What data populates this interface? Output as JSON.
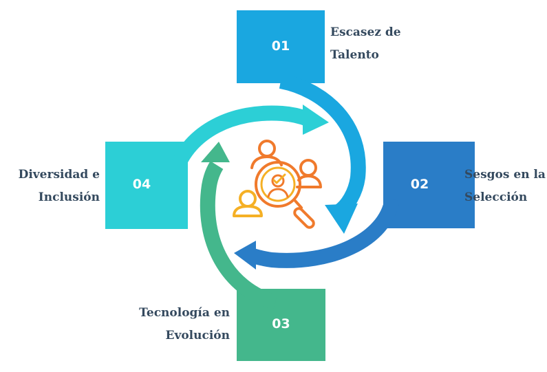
{
  "colors": {
    "step1": "#1aa7e0",
    "step2": "#2a7dc7",
    "step3": "#44b78c",
    "step4": "#2ccfd6",
    "icon": "#f07a2c",
    "icon_accent": "#f5b025",
    "text": "#34495e"
  },
  "center_icon": "talent-search-people-magnifier-icon",
  "steps": [
    {
      "number": "01",
      "label_line1": "Escasez de",
      "label_line2": "Talento"
    },
    {
      "number": "02",
      "label_line1": "Sesgos en la",
      "label_line2": "Selección"
    },
    {
      "number": "03",
      "label_line1": "Tecnología en",
      "label_line2": "Evolución"
    },
    {
      "number": "04",
      "label_line1": "Diversidad e",
      "label_line2": "Inclusión"
    }
  ]
}
